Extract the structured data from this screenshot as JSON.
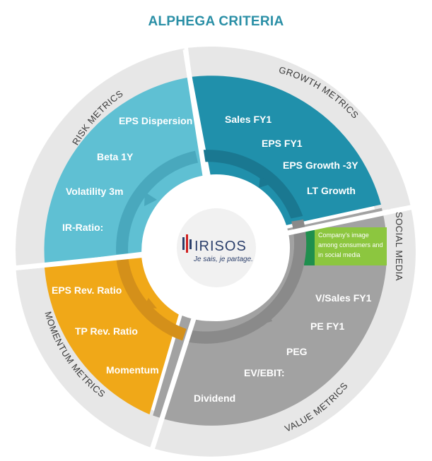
{
  "title": "ALPHEGA CRITERIA",
  "logo": {
    "name": "IRISOS",
    "tagline": "Je sais, je partage."
  },
  "colors": {
    "risk": "#5fc0d3",
    "growth": "#2090ab",
    "social": "#8cc63f",
    "value": "#a2a2a2",
    "momentum": "#f0a818",
    "outer_ring": "#e7e7e7",
    "title": "#2a8fa6"
  },
  "sections": {
    "risk": {
      "label": "RISK METRICS",
      "items": [
        "EPS Dispersion",
        "Beta 1Y",
        "Volatility 3m",
        "IR-Ratio:"
      ]
    },
    "growth": {
      "label": "GROWTH METRICS",
      "items": [
        "Sales FY1",
        "EPS FY1",
        "EPS Growth -3Y",
        "LT Growth"
      ]
    },
    "social": {
      "label": "SOCIAL MEDIA",
      "lines": [
        "Company's image",
        "among consumers and",
        "in social media"
      ]
    },
    "value": {
      "label": "VALUE METRICS",
      "items": [
        "V/Sales FY1",
        "PE FY1",
        "PEG",
        "EV/EBIT:",
        "Dividend"
      ]
    },
    "momentum": {
      "label": "MOMENTUM METRICS",
      "items": [
        "EPS Rev. Ratio",
        "TP Rev. Ratio",
        "Momentum"
      ]
    }
  }
}
